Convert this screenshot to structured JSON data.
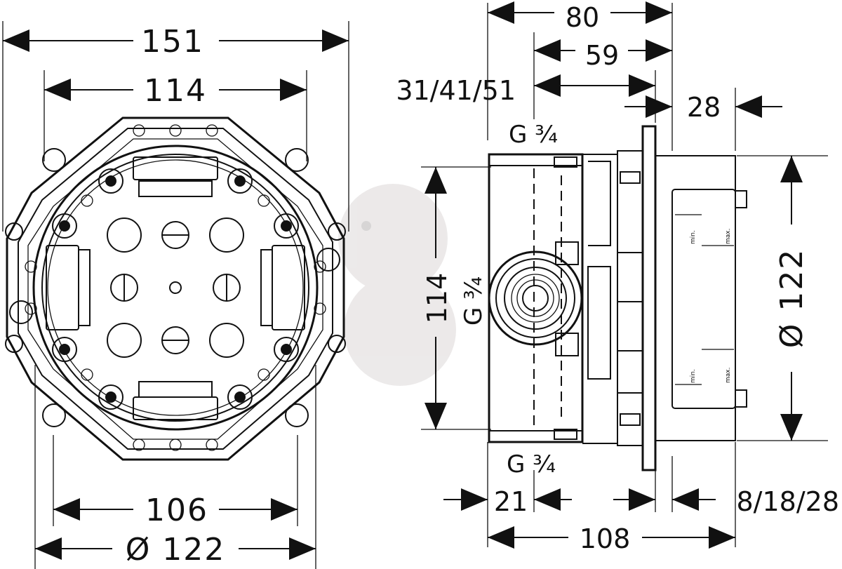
{
  "front_view": {
    "width_overall": "151",
    "width_inner": "114",
    "width_bottom": "106",
    "diameter_bottom": "Ø 122"
  },
  "side_view": {
    "depth_total": "80",
    "depth_59": "59",
    "depth_variants": "31/41/51",
    "depth_28": "28",
    "thread_top": "G ¾",
    "thread_side": "G ¾",
    "thread_bottom": "G ¾",
    "height_114": "114",
    "diameter_122": "Ø 122",
    "depth_21": "21",
    "depth_108": "108",
    "depth_variants_bottom": "8/18/28",
    "marker_min": "min.",
    "marker_max": "max."
  }
}
